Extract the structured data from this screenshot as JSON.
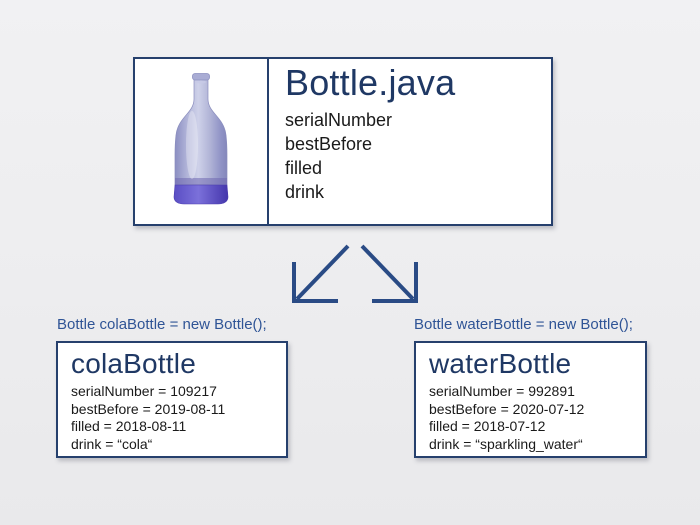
{
  "slide": {
    "kind": "java-class-vs-objects-diagram"
  },
  "colors": {
    "background": "#ededef",
    "box_border": "#26406d",
    "title_navy": "#1f3864",
    "caption_blue": "#2f5496",
    "arrow_blue": "#2a4b85",
    "field_text": "#1a1a1a",
    "bottle_glass_light": "#ced1e9",
    "bottle_glass_dark": "#8b8ec2",
    "bottle_base_violet": "#5b4fc7"
  },
  "class_box": {
    "title": "Bottle.java",
    "icon": "bottle-image",
    "fields": [
      "serialNumber",
      "bestBefore",
      "filled",
      "drink"
    ]
  },
  "arrows": [
    "arrow-down-left",
    "arrow-down-right"
  ],
  "instances": [
    {
      "declaration": "Bottle colaBottle = new Bottle();",
      "title": "colaBottle",
      "fields": [
        "serialNumber = 109217",
        "bestBefore = 2019-08-11",
        "filled = 2018-08-11",
        "drink = “cola“"
      ]
    },
    {
      "declaration": "Bottle waterBottle = new Bottle();",
      "title": "waterBottle",
      "fields": [
        "serialNumber = 992891",
        "bestBefore = 2020-07-12",
        "filled = 2018-07-12",
        "drink = “sparkling_water“"
      ]
    }
  ]
}
